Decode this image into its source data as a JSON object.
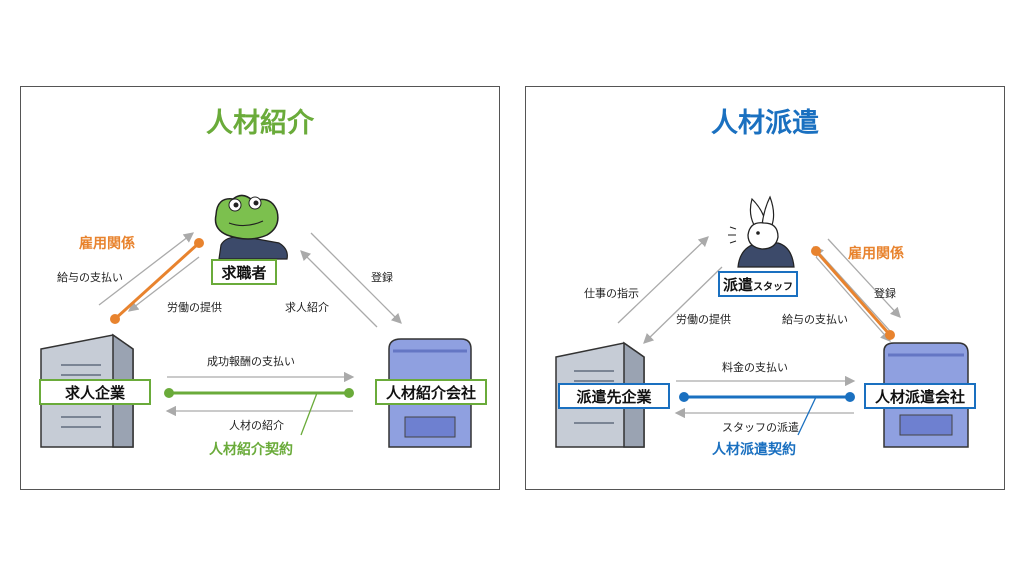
{
  "left": {
    "title": "人材紹介",
    "jobseeker": "求職者",
    "company": "求人企業",
    "agency": "人材紹介会社",
    "employment_relation": "雇用関係",
    "pay_wage": "給与の支払い",
    "labor": "労働の提供",
    "register": "登録",
    "job_intro": "求人紹介",
    "success_fee": "成功報酬の支払い",
    "talent_intro": "人材の紹介",
    "contract": "人材紹介契約"
  },
  "right": {
    "title": "人材派遣",
    "staff_main": "派遣",
    "staff_small": "スタッフ",
    "client": "派遣先企業",
    "agency": "人材派遣会社",
    "employment_relation": "雇用関係",
    "instruction": "仕事の指示",
    "labor": "労働の提供",
    "pay_wage": "給与の支払い",
    "register": "登録",
    "fee": "料金の支払い",
    "dispatch": "スタッフの派遣",
    "contract": "人材派遣契約"
  },
  "colors": {
    "green": "#6aab3a",
    "blue": "#1a70c0",
    "orange": "#e8832e",
    "arrow": "#aaaaaa"
  },
  "icons": {
    "jobseeker": "frog-icon",
    "staff": "rabbit-icon",
    "building_gray": "office-building-icon",
    "building_blue": "agency-building-icon"
  }
}
